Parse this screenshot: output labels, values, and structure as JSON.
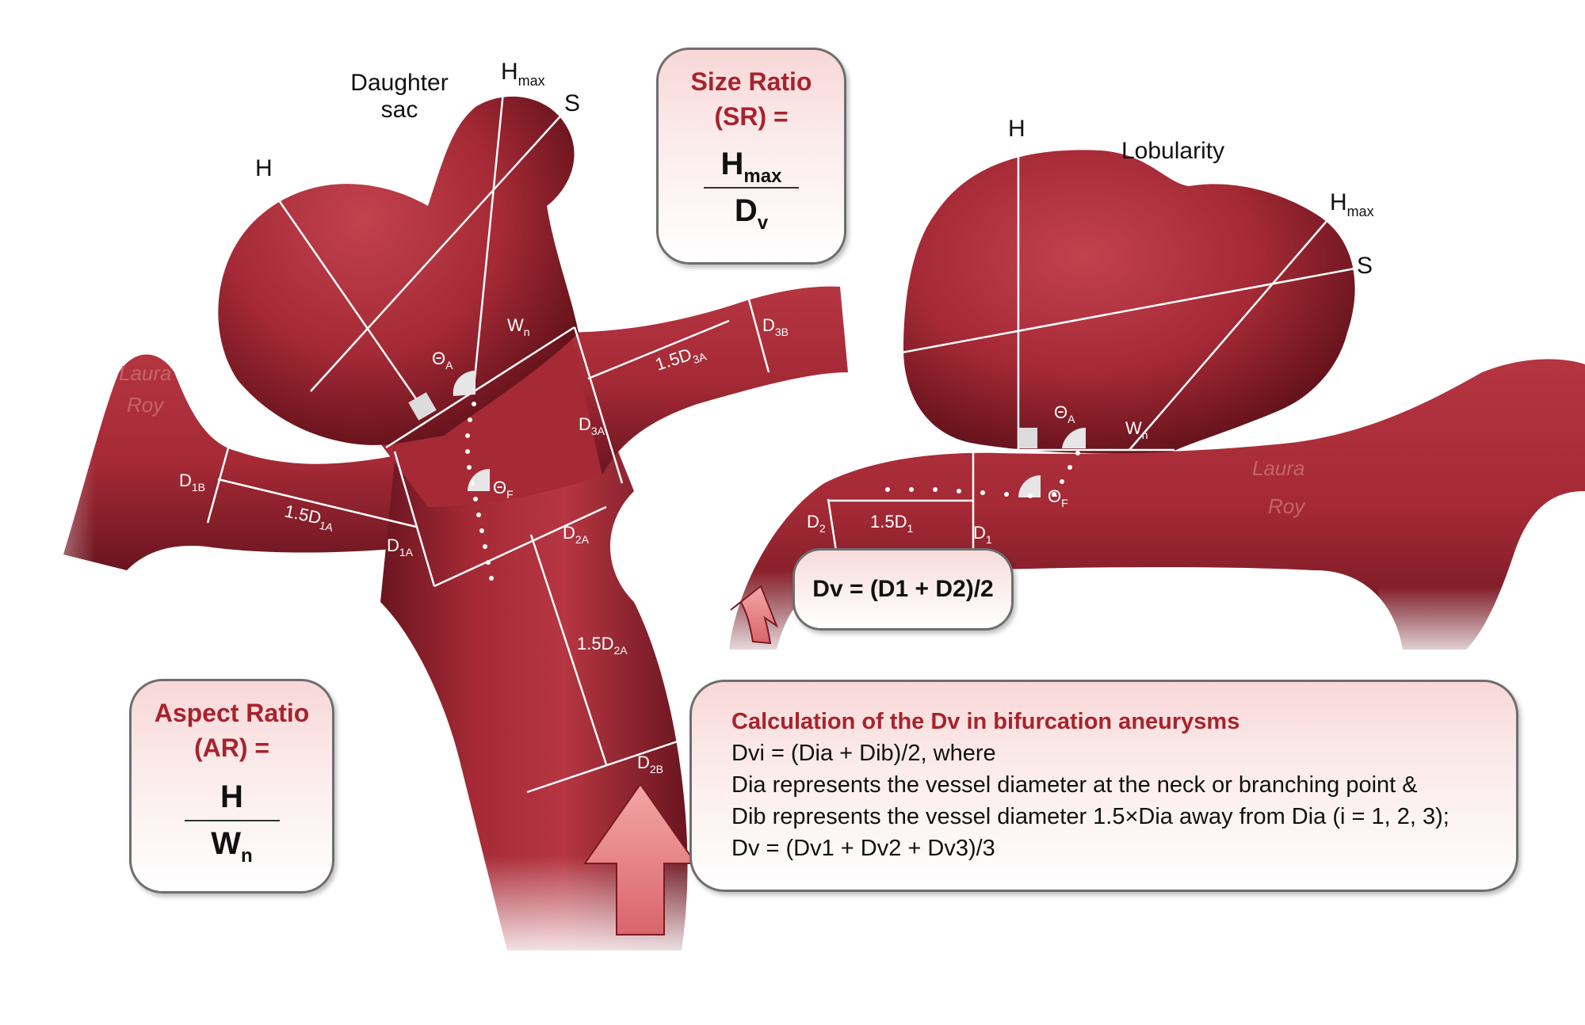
{
  "labels": {
    "daughter_sac": "Daughter sac",
    "h_left": "H",
    "hmax_left": "Hmax",
    "s_left": "S",
    "theta_a_left": "ΘA",
    "wn_left": "Wn",
    "theta_f_left": "ΘF",
    "d1b": "D1B",
    "onefive_d1a": "1.5D1A",
    "d1a": "D1A",
    "d2a": "D2A",
    "onefive_d2a": "1.5D2A",
    "d2b": "D2B",
    "d3a": "D3A",
    "onefive_d3a": "1.5D3A",
    "d3b": "D3B",
    "h_right": "H",
    "lobularity": "Lobularity",
    "hmax_right": "Hmax",
    "s_right": "S",
    "theta_a_right": "ΘA",
    "wn_right": "Wn",
    "theta_f_right": "ΘF",
    "d2_right": "D2",
    "onefive_d1_right": "1.5D1",
    "d1_right": "D1",
    "signature": "Laura Roy"
  },
  "size_ratio": {
    "title_line1": "Size Ratio",
    "title_line2": "(SR) =",
    "numerator": "H",
    "numerator_sub": "max",
    "denominator": "D",
    "denominator_sub": "v"
  },
  "aspect_ratio": {
    "title_line1": "Aspect Ratio",
    "title_line2": "(AR) =",
    "numerator": "H",
    "denominator": "W",
    "denominator_sub": "n"
  },
  "dv_formula": "Dv = (D1 + D2)/2",
  "calculation": {
    "title": "Calculation of the Dv in bifurcation aneurysms",
    "line1": "Dvi = (Dia + Dib)/2, where",
    "line2": "Dia represents the vessel diameter at the neck or branching point &",
    "line3": "Dib represents the vessel diameter 1.5×Dia away from Dia (i = 1, 2, 3);",
    "line4": "Dv = (Dv1 + Dv2 + Dv3)/3"
  },
  "colors": {
    "vessel": "#a52a36",
    "vessel_dark": "#6b1520",
    "accent_title": "#a8232c",
    "arrow": "#e88b8b"
  }
}
